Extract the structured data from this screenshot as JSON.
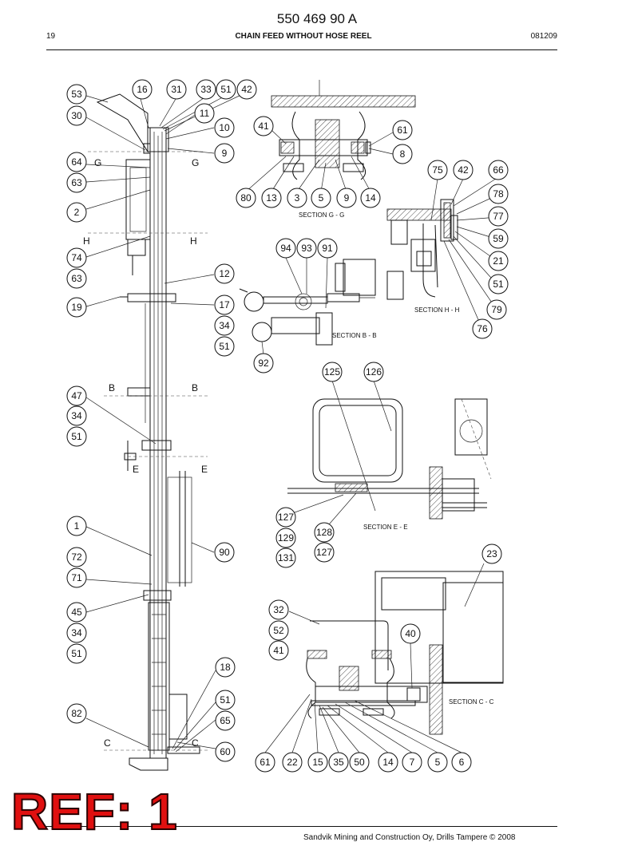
{
  "header": {
    "part_number": "550 469 90 A",
    "page": "19",
    "title": "CHAIN FEED WITHOUT HOSE REEL",
    "date_code": "081209"
  },
  "callouts": {
    "main": [
      "53",
      "30",
      "16",
      "31",
      "33",
      "51",
      "42",
      "11",
      "10",
      "9",
      "64",
      "63",
      "2",
      "74",
      "63",
      "12",
      "19",
      "17",
      "34",
      "51",
      "47",
      "34",
      "51",
      "1",
      "72",
      "71",
      "90",
      "45",
      "34",
      "51",
      "18",
      "51",
      "65",
      "82",
      "60"
    ],
    "section_gg": [
      "41",
      "61",
      "8",
      "80",
      "13",
      "3",
      "5",
      "9",
      "14"
    ],
    "section_hh": [
      "75",
      "42",
      "66",
      "78",
      "77",
      "59",
      "21",
      "51",
      "79",
      "76"
    ],
    "section_bb": [
      "94",
      "93",
      "91",
      "92"
    ],
    "section_ee": [
      "125",
      "126",
      "127",
      "129",
      "131",
      "128",
      "127"
    ],
    "section_cc": [
      "23",
      "32",
      "52",
      "41",
      "40",
      "61",
      "22",
      "15",
      "35",
      "50",
      "14",
      "7",
      "5",
      "6"
    ]
  },
  "section_letters": {
    "g": "G",
    "h": "H",
    "b": "B",
    "e": "E",
    "c": "C"
  },
  "section_labels": {
    "gg": "SECTION G - G",
    "hh": "SECTION H - H",
    "bb": "SECTION B - B",
    "ee": "SECTION E - E",
    "cc": "SECTION C - C"
  },
  "stamp": "REF: 1",
  "footer": "Sandvik Mining and Construction Oy, Drills Tampere © 2008"
}
